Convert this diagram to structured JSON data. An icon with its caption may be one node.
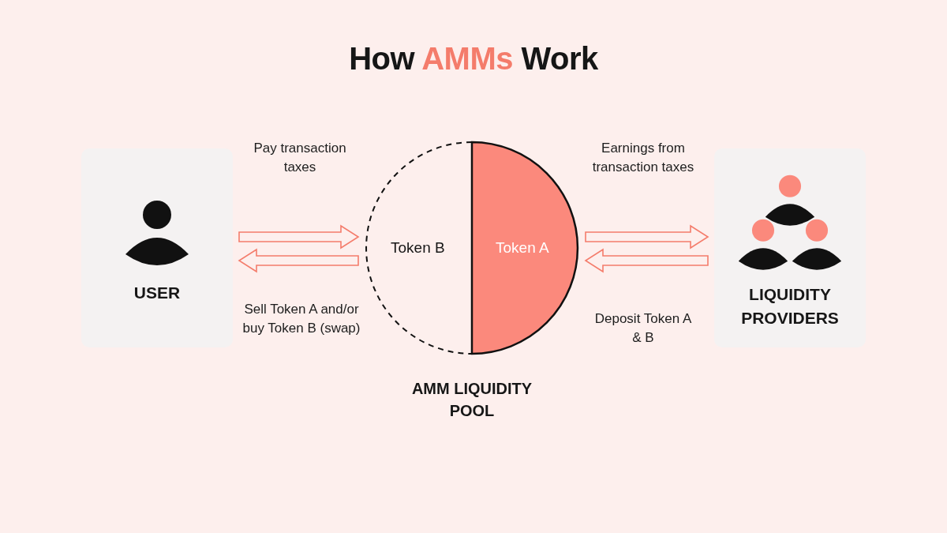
{
  "diagram": {
    "title": "How AMMs Work",
    "nodes": [
      {
        "text": [
          "USER"
        ]
      },
      {
        "text": [
          "Token B",
          "Token A"
        ],
        "beside": [
          "AMM LIQUIDITY POOL"
        ]
      },
      {
        "text": [
          "LIQUIDITY PROVIDERS"
        ]
      }
    ],
    "edges": [
      {
        "from": 0,
        "to": 1,
        "arrow": "to",
        "label": "Pay transaction taxes"
      },
      {
        "from": 1,
        "to": 0,
        "arrow": "to",
        "label": "Sell Token A and/or buy Token B (swap)"
      },
      {
        "from": 1,
        "to": 2,
        "arrow": "to",
        "label": "Earnings from transaction taxes"
      },
      {
        "from": 2,
        "to": 1,
        "arrow": "to",
        "label": "Deposit Token A & B"
      }
    ]
  }
}
